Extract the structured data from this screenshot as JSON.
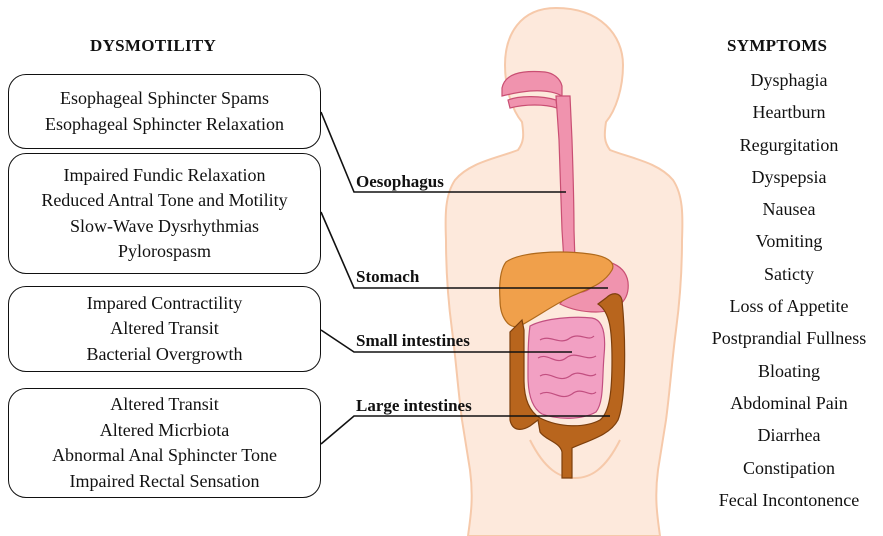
{
  "dysmotility_heading": "DYSMOTILITY",
  "symptoms_heading": "SYMPTOMS",
  "dysmotility_boxes": [
    {
      "lines": [
        "Esophageal Sphincter Spams",
        "Esophageal Sphincter Relaxation"
      ]
    },
    {
      "lines": [
        "Impaired Fundic Relaxation",
        "Reduced Antral Tone and Motility",
        "Slow-Wave Dysrhythmias",
        "Pylorospasm"
      ]
    },
    {
      "lines": [
        "Impared Contractility",
        "Altered Transit",
        "Bacterial Overgrowth"
      ]
    },
    {
      "lines": [
        "Altered Transit",
        "Altered Micrbiota",
        "Abnormal Anal Sphincter Tone",
        "Impaired Rectal Sensation"
      ]
    }
  ],
  "organs": [
    "Oesophagus",
    "Stomach",
    "Small intestines",
    "Large intestines"
  ],
  "symptoms": [
    "Dysphagia",
    "Heartburn",
    "Regurgitation",
    "Dyspepsia",
    "Nausea",
    "Vomiting",
    "Saticty",
    "Loss of Appetite",
    "Postprandial Fullness",
    "Bloating",
    "Abdominal Pain",
    "Diarrhea",
    "Constipation",
    "Fecal Incontonence"
  ],
  "colors": {
    "skin": "#fde9dc",
    "skin_outline": "#f6c9aa",
    "esophagus": "#f093ae",
    "liver": "#f0a04b",
    "small_intestine": "#f2a0c3",
    "large_intestine": "#b8651d"
  }
}
